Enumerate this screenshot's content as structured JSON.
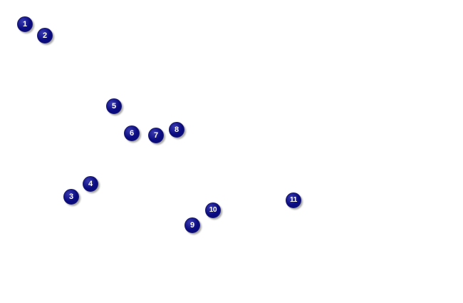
{
  "colors": {
    "marker_fill": "#0b0b80",
    "marker_highlight": "#3a3ab0",
    "marker_text": "#ffffff",
    "background": "#ffffff"
  },
  "markers": [
    {
      "label": "1"
    },
    {
      "label": "2"
    },
    {
      "label": "3"
    },
    {
      "label": "4"
    },
    {
      "label": "5"
    },
    {
      "label": "6"
    },
    {
      "label": "7"
    },
    {
      "label": "8"
    },
    {
      "label": "9"
    },
    {
      "label": "10"
    },
    {
      "label": "11"
    }
  ]
}
